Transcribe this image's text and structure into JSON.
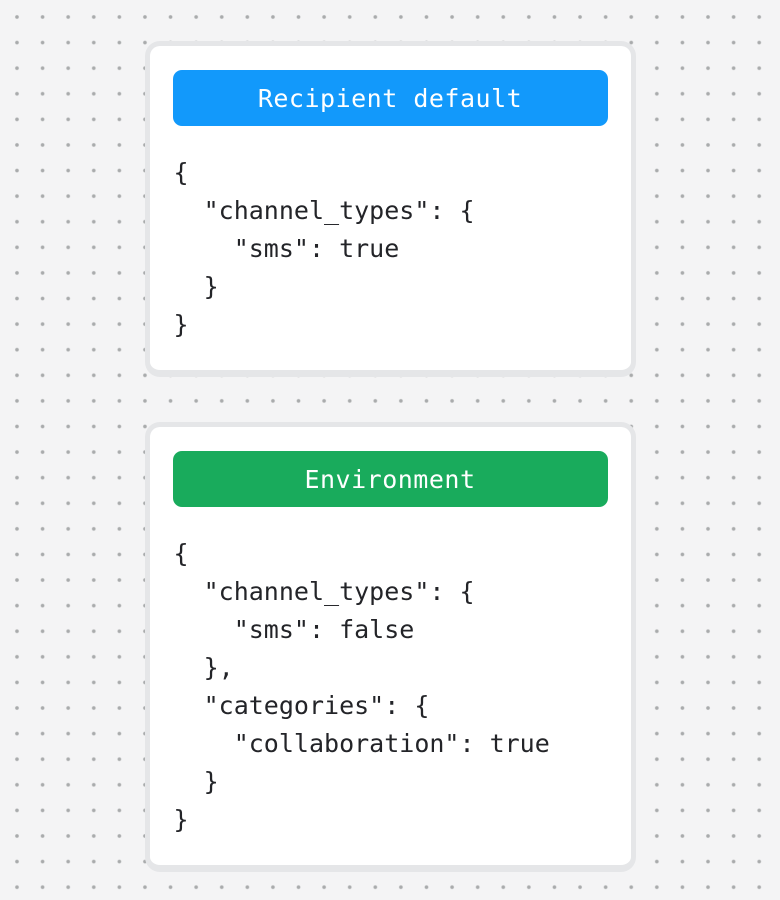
{
  "page": {
    "background_color": "#f4f4f5",
    "dot_color": "#a9abac",
    "card_rim_color": "#e5e6e8",
    "code_text_color": "#232428",
    "header_text_color": "#ffffff"
  },
  "cards": [
    {
      "id": "recipient-default",
      "header": {
        "label": "Recipient default",
        "color": "#1299fb"
      },
      "code": "{\n  \"channel_types\": {\n    \"sms\": true\n  }\n}"
    },
    {
      "id": "environment",
      "header": {
        "label": "Environment",
        "color": "#19ab5c"
      },
      "code": "{\n  \"channel_types\": {\n    \"sms\": false\n  },\n  \"categories\": {\n    \"collaboration\": true\n  }\n}"
    }
  ]
}
